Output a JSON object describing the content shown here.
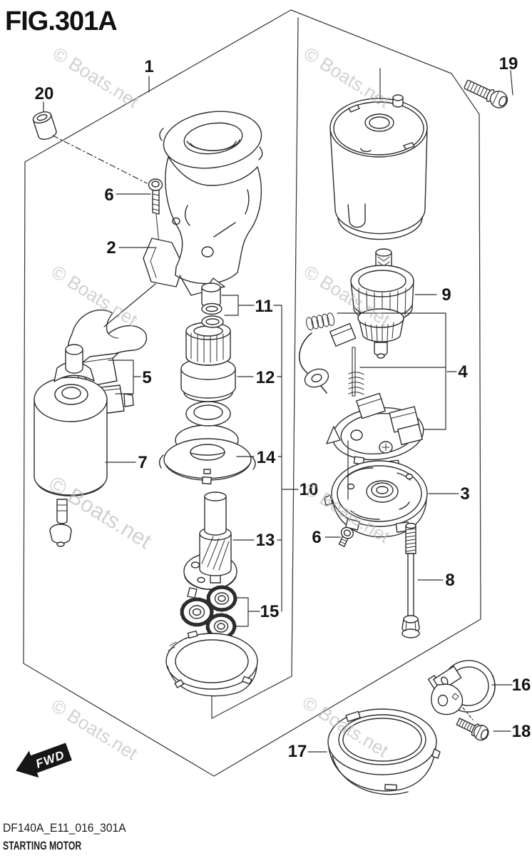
{
  "title": "FIG.301A",
  "watermark": {
    "text": "© Boats.net"
  },
  "footer": {
    "code": "DF140A_E11_016_301A",
    "name": "STARTING MOTOR"
  },
  "fwd_arrow": {
    "label": "FWD"
  },
  "labels": {
    "l1": "1",
    "l2": "2",
    "l3": "3",
    "l4": "4",
    "l5": "5",
    "l6a": "6",
    "l6b": "6",
    "l7": "7",
    "l8": "8",
    "l9": "9",
    "l10": "10",
    "l11": "11",
    "l12": "12",
    "l13": "13",
    "l14": "14",
    "l15": "15",
    "l16": "16",
    "l17": "17",
    "l18": "18",
    "l19": "19",
    "l20": "20"
  }
}
